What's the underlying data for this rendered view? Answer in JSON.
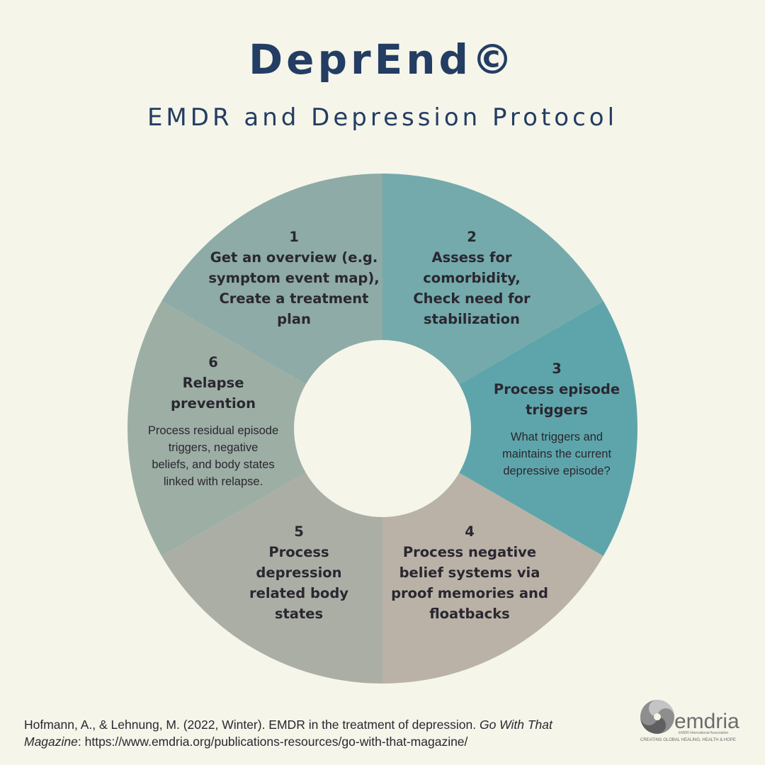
{
  "title": "DeprEnd©",
  "subtitle": "EMDR and Depression Protocol",
  "segments": [
    {
      "number": "1",
      "heading_lines": [
        "Get an overview (e.g.",
        "symptom event map),",
        "Create a treatment",
        "plan"
      ],
      "desc_lines": [],
      "color": "#8eaba7"
    },
    {
      "number": "2",
      "heading_lines": [
        "Assess for",
        "comorbidity,",
        "Check need for",
        "stabilization"
      ],
      "desc_lines": [],
      "color": "#74aaab"
    },
    {
      "number": "3",
      "heading_lines": [
        "Process episode",
        "triggers"
      ],
      "desc_lines": [
        "What triggers and",
        "maintains the current",
        "depressive episode?"
      ],
      "color": "#5ea5ab"
    },
    {
      "number": "4",
      "heading_lines": [
        "Process negative",
        "belief systems via",
        "proof memories and",
        "floatbacks"
      ],
      "desc_lines": [],
      "color": "#bab2a6"
    },
    {
      "number": "5",
      "heading_lines": [
        "Process",
        "depression",
        "related body",
        "states"
      ],
      "desc_lines": [],
      "color": "#abaea5"
    },
    {
      "number": "6",
      "heading_lines": [
        "Relapse",
        "prevention"
      ],
      "desc_lines": [
        "Process residual episode",
        "triggers, negative",
        "beliefs, and body states",
        "linked with relapse."
      ],
      "color": "#9daea5"
    }
  ],
  "citation": {
    "text": "Hofmann, A., & Lehnung, M. (2022, Winter). EMDR in the treatment of depression. ",
    "magazine": "Go With That Magazine",
    "url": ": https://www.emdria.org/publications-resources/go-with-that-magazine/"
  },
  "logo": {
    "name": "emdria",
    "association": "EMDR International Association",
    "tagline": "CREATING GLOBAL HEALING, HEALTH & HOPE"
  }
}
